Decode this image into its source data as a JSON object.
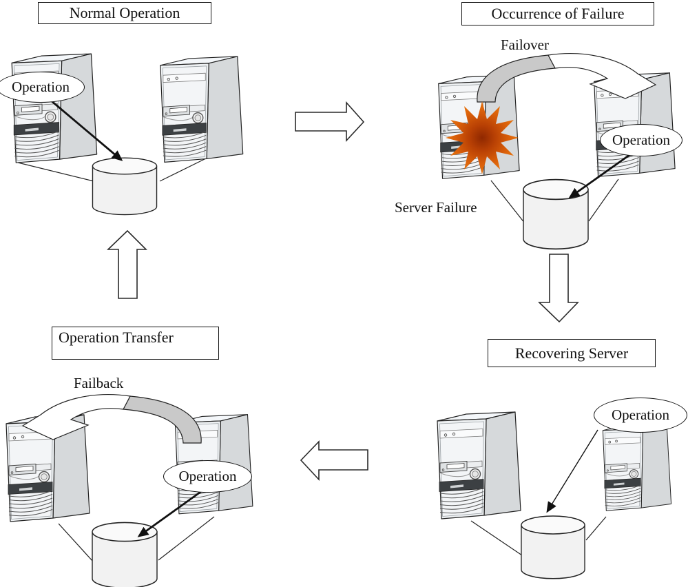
{
  "diagram": {
    "quadrants": {
      "top_left": {
        "title": "Normal Operation",
        "operation_label": "Operation"
      },
      "top_right": {
        "title": "Occurrence of Failure",
        "flow_label": "Failover",
        "failure_label": "Server Failure",
        "operation_label": "Operation"
      },
      "bottom_right": {
        "title": "Recovering Server",
        "operation_label": "Operation"
      },
      "bottom_left": {
        "title": "Operation Transfer",
        "flow_label": "Failback",
        "operation_label": "Operation"
      }
    },
    "colors": {
      "outline": "#1a1a1a",
      "server_front": "#eef1f3",
      "server_side": "#d6d9db",
      "server_top": "#f4f7fa",
      "cylinder_body": "#f2f2f2",
      "flow_band_gray": "#c9c9c9",
      "explosion_center": "#8f2800",
      "explosion_edge": "#f0820f"
    }
  }
}
